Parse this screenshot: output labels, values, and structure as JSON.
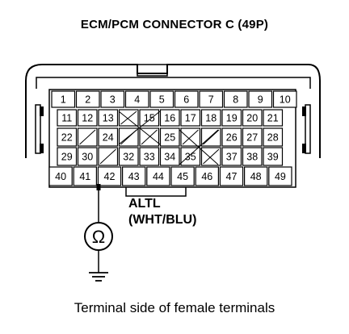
{
  "title": "ECM/PCM CONNECTOR C (49P)",
  "signal": {
    "name": "ALTL",
    "wire": "(WHT/BLU)"
  },
  "caption": "Terminal side of female terminals",
  "meter_symbol": "Ω",
  "connector": {
    "rows": [
      {
        "cells": [
          "1",
          "2",
          "3",
          "4",
          "5",
          "6",
          "7",
          "8",
          "9",
          "10"
        ]
      },
      {
        "cells": [
          "11",
          "12",
          "13",
          "",
          "15",
          "16",
          "17",
          "18",
          "19",
          "20",
          "21"
        ]
      },
      {
        "cells": [
          "22",
          "",
          "24",
          "",
          "",
          "25",
          "",
          "",
          "26",
          "27",
          "28"
        ]
      },
      {
        "cells": [
          "29",
          "30",
          "",
          "32",
          "33",
          "34",
          "35",
          "",
          "37",
          "38",
          "39"
        ]
      },
      {
        "cells": [
          "40",
          "41",
          "42",
          "43",
          "44",
          "45",
          "46",
          "47",
          "48",
          "49"
        ]
      }
    ],
    "probe_terminal": "42"
  },
  "icons": [
    "ohmmeter-icon",
    "ground-icon"
  ]
}
